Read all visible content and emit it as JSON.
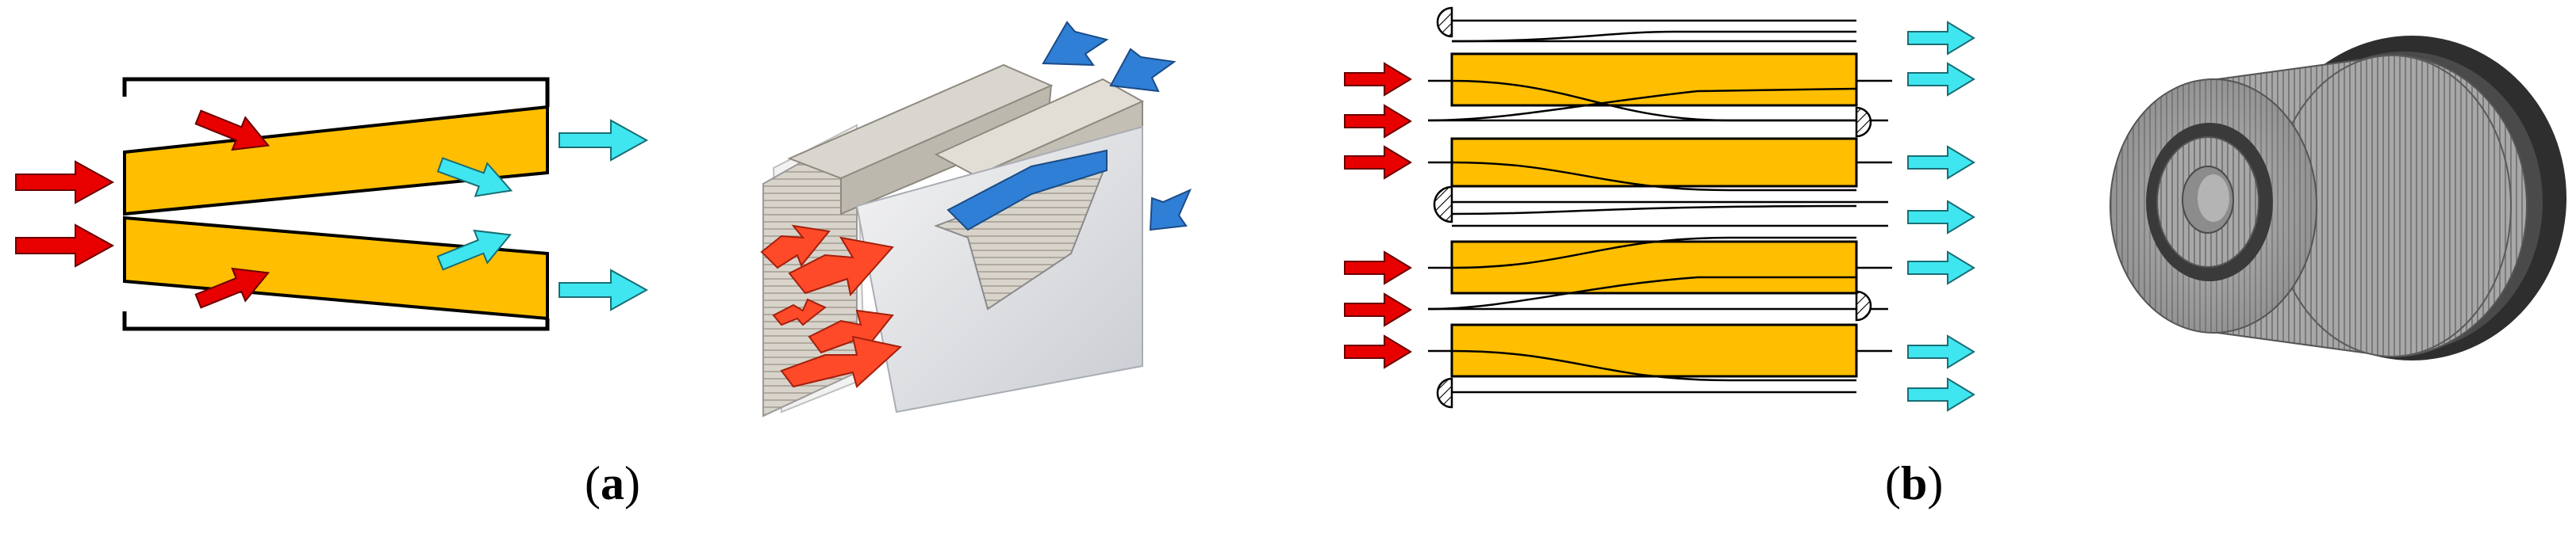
{
  "colors": {
    "channel_fill": "#FFBF00",
    "inlet_arrow": "#E80000",
    "outlet_arrow": "#3FE6F0",
    "outline": "#000000",
    "render_inlet_arrow": "#FF4A2A",
    "render_outlet_arrow": "#2F7FD6",
    "drum_gray": "#9A9A9A",
    "flange_dark": "#2E2E2E"
  },
  "panels": [
    {
      "id": "a",
      "label": "a",
      "open": "(",
      "close": ")"
    },
    {
      "id": "b",
      "label": "b",
      "open": "(",
      "close": ")"
    }
  ]
}
